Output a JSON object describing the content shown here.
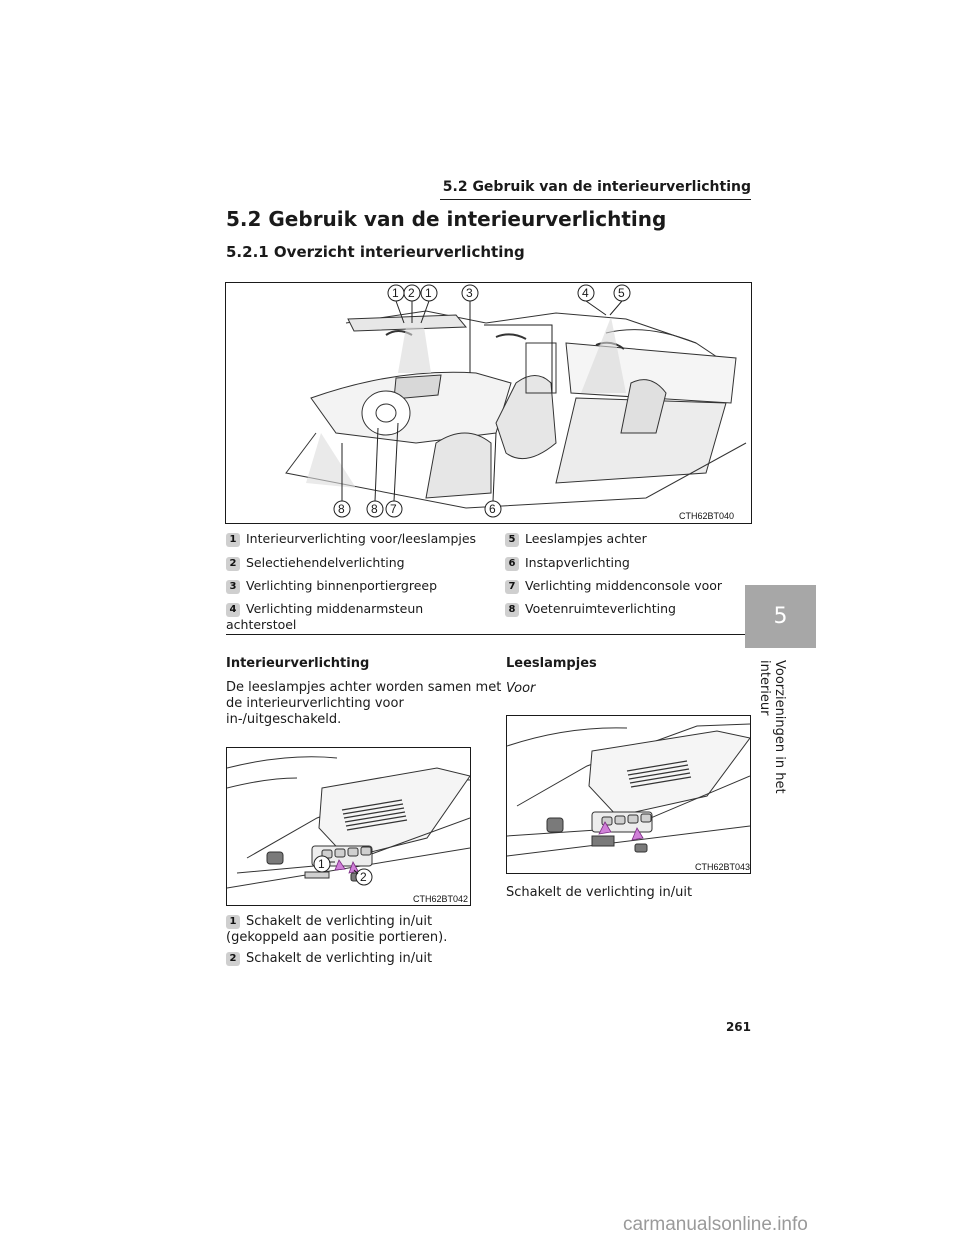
{
  "running_header": "5.2 Gebruik van de interieurverlichting",
  "section_title": "5.2 Gebruik van de interieurverlichting",
  "subsection_title": "5.2.1 Overzicht interieurverlichting",
  "overview_figure": {
    "code": "CTH62BT040",
    "callouts_top": [
      "1",
      "2",
      "1",
      "3",
      "4",
      "5"
    ],
    "callouts_bottom": [
      "8",
      "8",
      "7",
      "6"
    ]
  },
  "legend": {
    "left": [
      {
        "num": "1",
        "text": "Interieurverlichting voor/leeslampjes"
      },
      {
        "num": "2",
        "text": "Selectiehendelverlichting"
      },
      {
        "num": "3",
        "text": "Verlichting binnenportiergreep"
      },
      {
        "num": "4",
        "text": "Verlichting middenarmsteun",
        "text2": "achterstoel"
      }
    ],
    "right": [
      {
        "num": "5",
        "text": "Leeslampjes achter"
      },
      {
        "num": "6",
        "text": "Instapverlichting"
      },
      {
        "num": "7",
        "text": "Verlichting middenconsole voor"
      },
      {
        "num": "8",
        "text": "Voetenruimteverlichting"
      }
    ]
  },
  "interior": {
    "heading": "Interieurverlichting",
    "lines": [
      "De leeslampjes achter worden samen met",
      "de interieurverlichting voor",
      "in-/uitgeschakeld."
    ],
    "figure_code": "CTH62BT042",
    "callouts": [
      "1",
      "2"
    ],
    "item1_line1": "Schakelt de verlichting in/uit",
    "item1_line2": "(gekoppeld aan positie portieren).",
    "item2": "Schakelt de verlichting in/uit"
  },
  "reading": {
    "heading": "Leeslampjes",
    "sub": "Voor",
    "figure_code": "CTH62BT043",
    "caption": "Schakelt de verlichting in/uit"
  },
  "side_tab": {
    "number": "5",
    "title": "Voorzieningen in het interieur"
  },
  "page_number": "261",
  "watermark": "carmanualsonline.info",
  "colors": {
    "tab_bg": "#a7a7a7",
    "callout_bg": "#cfcfcf",
    "arrow": "#d080d8",
    "lamp_lens": "#7a7a7a"
  }
}
